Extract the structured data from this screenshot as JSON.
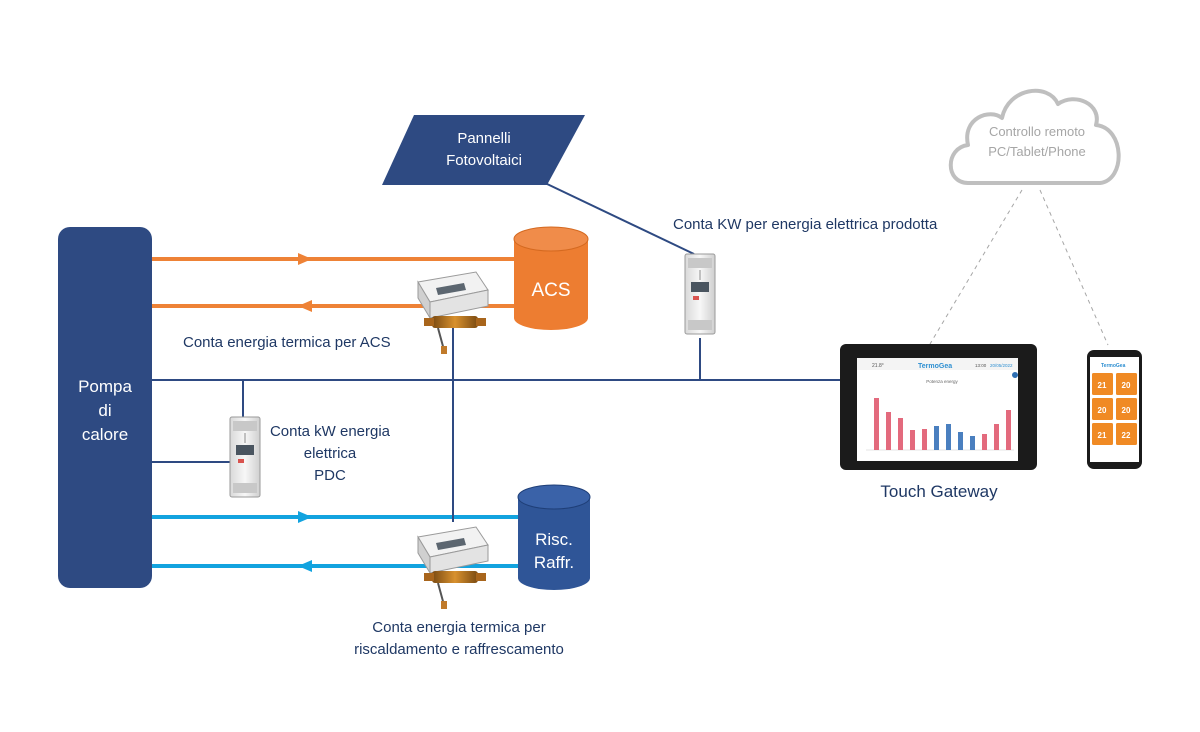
{
  "colors": {
    "navy": "#2e4a82",
    "hot_pipe": "#ee8236",
    "cold_pipe": "#12a3df",
    "label": "#1f3864",
    "cloud": "#bfbfbf",
    "cloud_text": "#a6a6a6",
    "tank_hot": "#ed7d31",
    "tank_cold": "#2f5597",
    "bar_red": "#e36a7d",
    "bar_blue": "#4a7fbf",
    "app_orange": "#f08a24"
  },
  "heat_pump": {
    "lines": [
      "Pompa",
      "di",
      "calore"
    ]
  },
  "solar_panels": {
    "lines": [
      "Pannelli",
      "Fotovoltaici"
    ]
  },
  "tank_acs": {
    "label": "ACS"
  },
  "tank_heating": {
    "lines": [
      "Risc.",
      "Raffr."
    ]
  },
  "cloud": {
    "lines": [
      "Controllo remoto",
      "PC/Tablet/Phone"
    ]
  },
  "labels": {
    "kw_produced": "Conta KW per energia elettrica prodotta",
    "thermal_acs": "Conta energia termica per  ACS",
    "pdc_meter": [
      "Conta kW energia",
      "elettrica",
      "PDC"
    ],
    "thermal_heating": [
      "Conta energia termica per",
      "riscaldamento e raffrescamento"
    ],
    "gateway": "Touch Gateway"
  },
  "tablet_screen": {
    "brand": "TermoGea",
    "time": "13:00",
    "date": "20/05/2022",
    "temp": "21.8°",
    "chart_title": "Potenza energy"
  },
  "phone_screen": {
    "brand": "TermoGea",
    "tiles": [
      "21",
      "20",
      "20",
      "20",
      "21",
      "22"
    ]
  },
  "icons": [
    "single-phase-meter-icon",
    "heat-meter-icon",
    "tablet-icon",
    "smartphone-icon",
    "cloud-icon"
  ]
}
